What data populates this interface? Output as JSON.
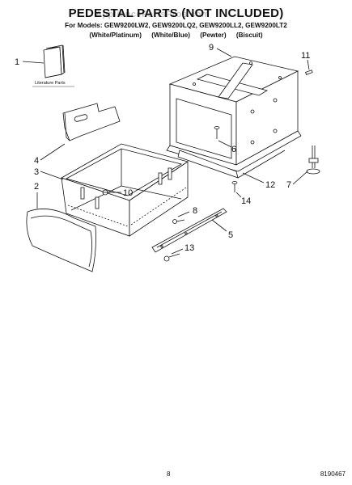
{
  "header": {
    "title": "PEDESTAL PARTS (NOT INCLUDED)",
    "models_line": "For Models: GEW9200LW2, GEW9200LQ2, GEW9200LL2, GEW9200LT2",
    "variants": [
      "(White/Platinum)",
      "(White/Blue)",
      "(Pewter)",
      "(Biscuit)"
    ],
    "watermark": "AppliancePartsPros.com"
  },
  "callouts": {
    "c1": "1",
    "c2": "2",
    "c3": "3",
    "c4": "4",
    "c5": "5",
    "c6": "6",
    "c7": "7",
    "c8": "8",
    "c9": "9",
    "c10": "10",
    "c11": "11",
    "c12": "12",
    "c13": "13",
    "c14": "14"
  },
  "literature_label": "Literature Parts",
  "footer": {
    "page_number": "8",
    "document_number": "8190467"
  },
  "colors": {
    "line": "#111111",
    "background": "#ffffff"
  }
}
